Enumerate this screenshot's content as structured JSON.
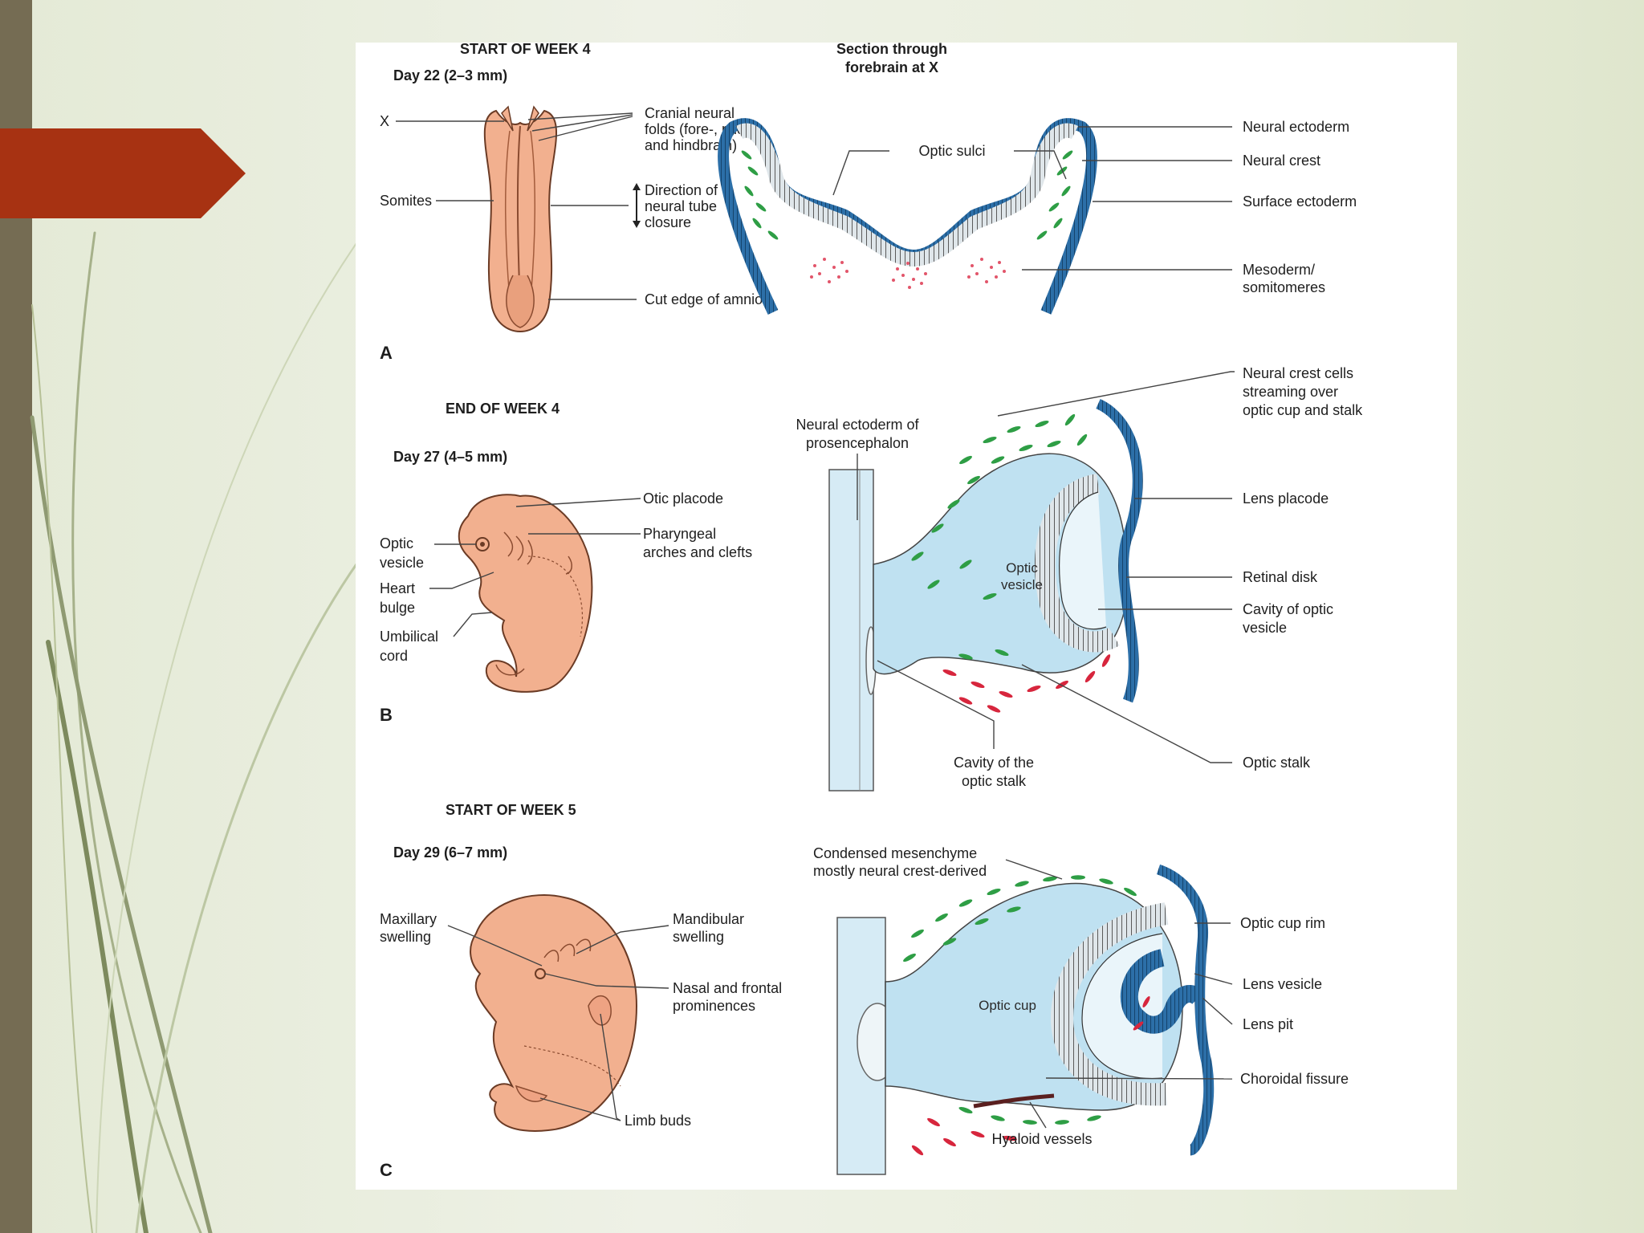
{
  "colors": {
    "sidebar": "#756c53",
    "accent_arrow": "#a73212",
    "embryo_skin": "#f2b08f",
    "neural_ectoderm": "#1f5c93",
    "optic_fluid": "#bfe1f1",
    "neural_crest": "#2e9e45",
    "mesoderm": "#d7263d"
  },
  "icons": [
    "chevron-arrow-icon"
  ],
  "panel_a": {
    "week_heading": "START OF WEEK 4",
    "day": "Day 22 (2–3 mm)",
    "letter": "A",
    "labels": {
      "x": "X",
      "somites": "Somites",
      "cranial": [
        "Cranial neural",
        "folds (fore-, mid-",
        "and hindbrain)"
      ],
      "direction": [
        "Direction of",
        "neural tube",
        "closure"
      ],
      "amnion": "Cut edge of amnion"
    },
    "section": {
      "heading": [
        "Section through",
        "forebrain at X"
      ],
      "optic_sulci": "Optic sulci",
      "neural_ectoderm": "Neural ectoderm",
      "neural_crest": "Neural crest",
      "surface_ectoderm": "Surface ectoderm",
      "mesoderm": [
        "Mesoderm/",
        "somitomeres"
      ]
    }
  },
  "panel_b": {
    "week_heading": "END OF WEEK 4",
    "day": "Day 27 (4–5 mm)",
    "letter": "B",
    "labels": {
      "otic": "Otic placode",
      "pharyngeal": [
        "Pharyngeal",
        "arches and clefts"
      ],
      "optic_vesicle": [
        "Optic",
        "vesicle"
      ],
      "heart": [
        "Heart",
        "bulge"
      ],
      "umbilical": [
        "Umbilical",
        "cord"
      ]
    },
    "section": {
      "prosencephalon": [
        "Neural ectoderm of",
        "prosencephalon"
      ],
      "crest_cells": [
        "Neural crest cells",
        "streaming over",
        "optic cup and stalk"
      ],
      "lens_placode": "Lens placode",
      "retinal_disk": "Retinal disk",
      "cavity_vesicle": [
        "Cavity of optic",
        "vesicle"
      ],
      "optic_vesicle_inner": [
        "Optic",
        "vesicle"
      ],
      "cavity_stalk": [
        "Cavity of the",
        "optic stalk"
      ],
      "optic_stalk": "Optic stalk"
    }
  },
  "panel_c": {
    "week_heading": "START OF WEEK 5",
    "day": "Day 29 (6–7 mm)",
    "letter": "C",
    "labels": {
      "maxillary": [
        "Maxillary",
        "swelling"
      ],
      "mandibular": [
        "Mandibular",
        "swelling"
      ],
      "nasal": [
        "Nasal and frontal",
        "prominences"
      ],
      "limb": "Limb buds"
    },
    "section": {
      "condensed": [
        "Condensed mesenchyme",
        "mostly neural crest-derived"
      ],
      "optic_cup_rim": "Optic cup rim",
      "optic_cup_inner": "Optic cup",
      "lens_vesicle": "Lens vesicle",
      "lens_pit": "Lens pit",
      "choroidal": "Choroidal fissure",
      "hyaloid": "Hyaloid vessels"
    }
  }
}
